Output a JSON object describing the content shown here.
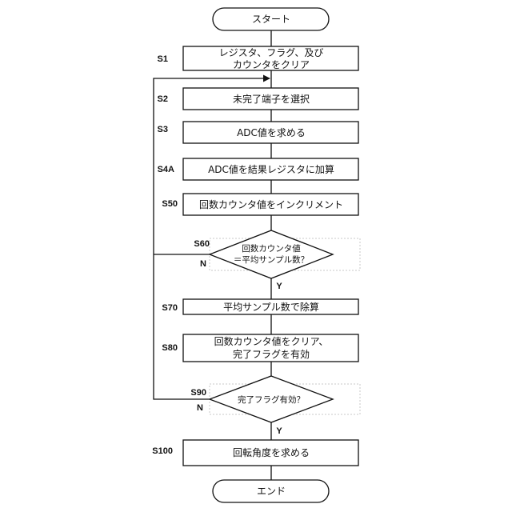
{
  "start": "スタート",
  "end": "エンド",
  "steps": {
    "s1": {
      "label": "S1",
      "lines": [
        "レジスタ、フラグ、及び",
        "カウンタをクリア"
      ]
    },
    "s2": {
      "label": "S2",
      "lines": [
        "未完了端子を選択"
      ]
    },
    "s3": {
      "label": "S3",
      "lines": [
        "ADC値を求める"
      ]
    },
    "s4a": {
      "label": "S4A",
      "lines": [
        "ADC値を結果レジスタに加算"
      ]
    },
    "s50": {
      "label": "S50",
      "lines": [
        "回数カウンタ値をインクリメント"
      ]
    },
    "s60": {
      "label": "S60",
      "lines": [
        "回数カウンタ値",
        "＝平均サンプル数？"
      ],
      "yes": "Y",
      "no": "N"
    },
    "s70": {
      "label": "S70",
      "lines": [
        "平均サンプル数で除算"
      ]
    },
    "s80": {
      "label": "S80",
      "lines": [
        "回数カウンタ値をクリア、",
        "完了フラグを有効"
      ]
    },
    "s90": {
      "label": "S90",
      "lines": [
        "完了フラグ有効？"
      ],
      "yes": "Y",
      "no": "N"
    },
    "s100": {
      "label": "S100",
      "lines": [
        "回転角度を求める"
      ]
    }
  }
}
